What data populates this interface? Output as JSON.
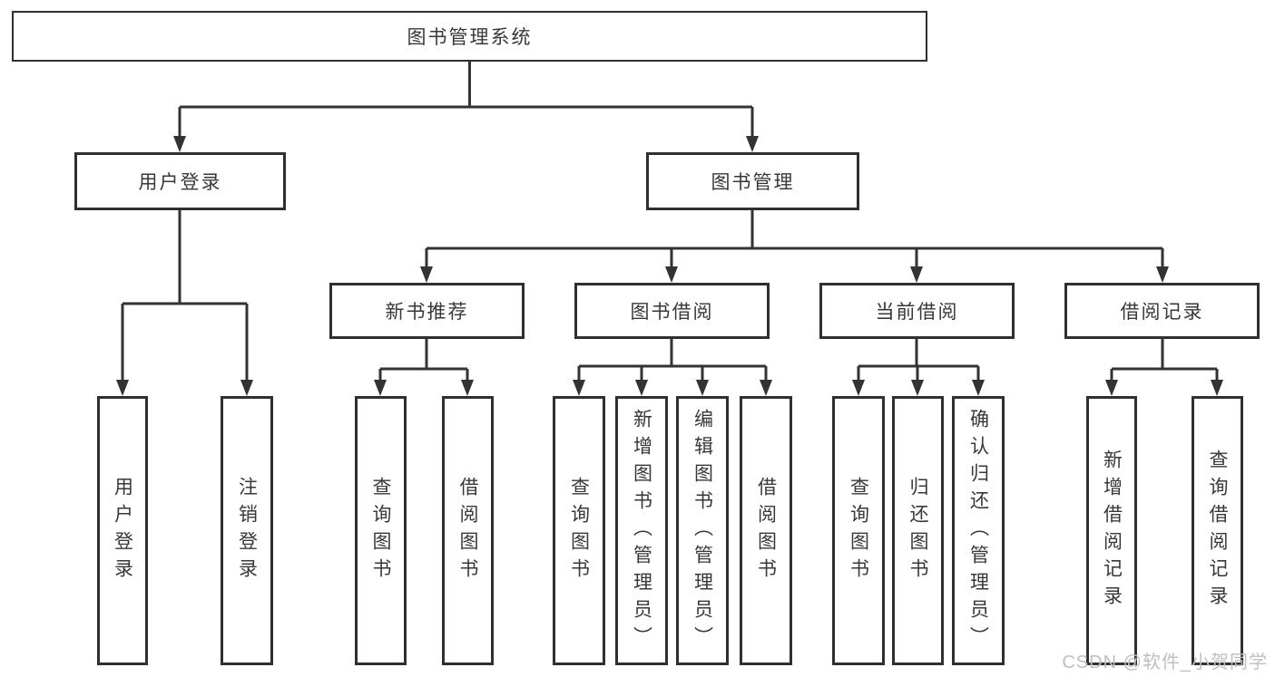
{
  "diagram": {
    "nodes": {
      "root": "图书管理系统",
      "user_login": "用户登录",
      "book_mgmt": "图书管理",
      "new_book_rec": "新书推荐",
      "book_borrow": "图书借阅",
      "current_borrow": "当前借阅",
      "borrow_records": "借阅记录",
      "leaves": {
        "user_login": [
          "用户登录",
          "注销登录"
        ],
        "new_book_rec": [
          "查询图书",
          "借阅图书"
        ],
        "book_borrow": [
          "查询图书",
          "新增图书（管理员）",
          "编辑图书（管理员）",
          "借阅图书"
        ],
        "current_borrow": [
          "查询图书",
          "归还图书",
          "确认归还（管理员）"
        ],
        "borrow_records": [
          "新增借阅记录",
          "查询借阅记录"
        ]
      }
    },
    "colors": {
      "line": "#333333",
      "box_border": "#303030",
      "text": "#383838",
      "watermark": "#bfbfbf",
      "background": "#ffffff"
    }
  },
  "watermark": "CSDN @软件_小贺同学"
}
